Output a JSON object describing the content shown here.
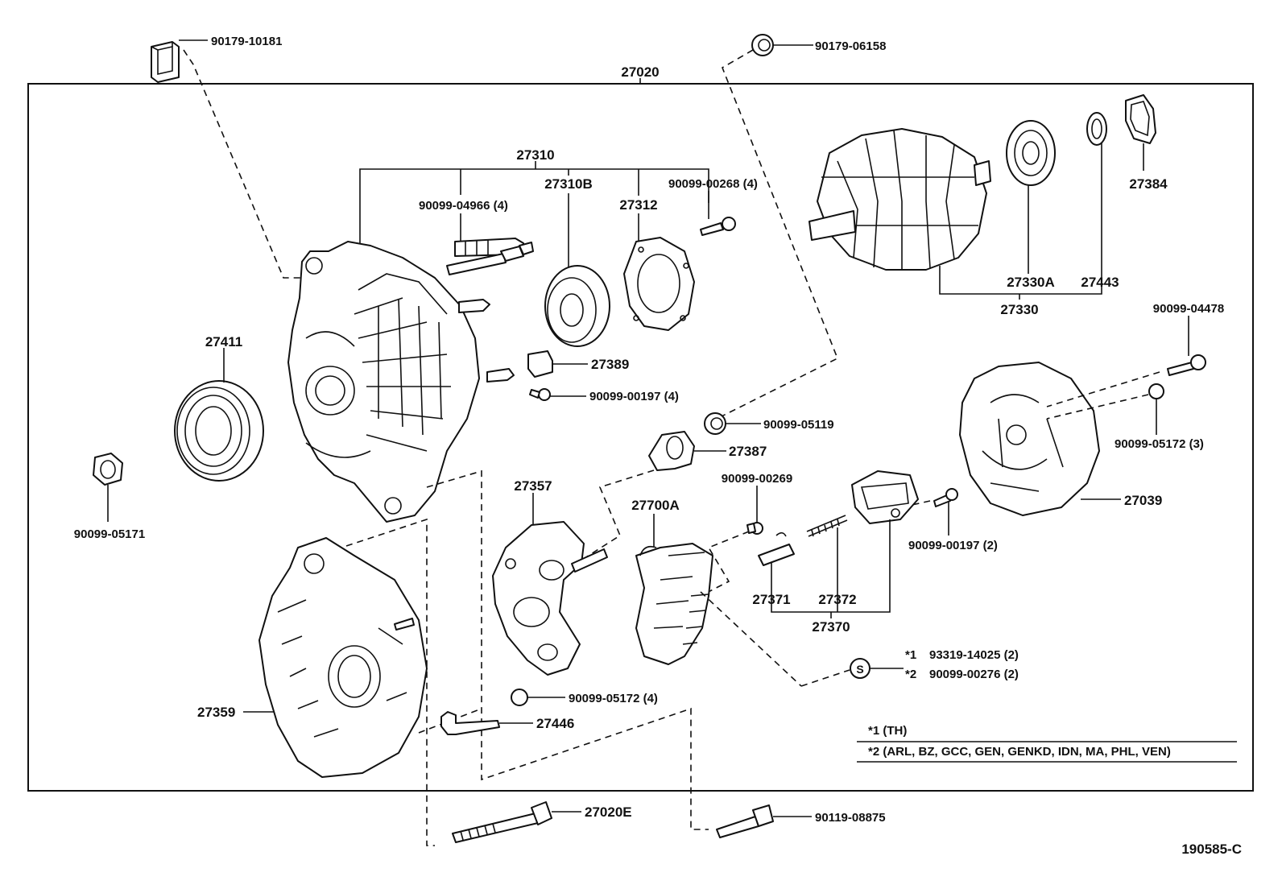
{
  "diagram": {
    "figure_id": "190585-C",
    "assembly_label": "27020",
    "labels": {
      "p90179_10181": "90179-10181",
      "p90179_06158": "90179-06158",
      "p27310": "27310",
      "p27310B": "27310B",
      "p27312": "27312",
      "p90099_04966": "90099-04966 (4)",
      "p90099_00268": "90099-00268 (4)",
      "p27384": "27384",
      "p27330A": "27330A",
      "p27443": "27443",
      "p27330": "27330",
      "p27411": "27411",
      "p27389": "27389",
      "p90099_00197_4": "90099-00197 (4)",
      "p90099_05119": "90099-05119",
      "p27387": "27387",
      "p90099_04478": "90099-04478",
      "p90099_05172_3": "90099-05172 (3)",
      "p27039": "27039",
      "p90099_05171": "90099-05171",
      "p27357": "27357",
      "p27700A": "27700A",
      "p90099_00269": "90099-00269",
      "p90099_00197_2": "90099-00197 (2)",
      "p27371": "27371",
      "p27372": "27372",
      "p27370": "27370",
      "p93319_14025": "93319-14025 (2)",
      "p90099_00276": "90099-00276 (2)",
      "star1": "*1",
      "star2": "*2",
      "s_symbol": "S",
      "p27359": "27359",
      "p90099_05172_4": "90099-05172 (4)",
      "p27446": "27446",
      "p27020E": "27020E",
      "p90119_08875": "90119-08875"
    },
    "legend": {
      "note1": "*1 (TH)",
      "note2": "*2 (ARL, BZ, GCC, GEN, GENKD, IDN, MA, PHL, VEN)"
    }
  }
}
